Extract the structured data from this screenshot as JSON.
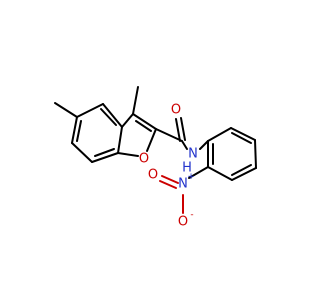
{
  "molecule": {
    "atoms": {
      "ring_oxygen": {
        "symbol": "O",
        "color": "#cc0000"
      },
      "carbonyl_oxygen": {
        "symbol": "O",
        "color": "#cc0000"
      },
      "amide_nitrogen": {
        "symbol": "N",
        "color": "#2233cc"
      },
      "amide_hydrogen": {
        "symbol": "H",
        "color": "#2233cc"
      },
      "nitro_nitrogen": {
        "symbol": "N",
        "color": "#2233cc",
        "charge": "+"
      },
      "nitro_oxygen_double": {
        "symbol": "O",
        "color": "#cc0000"
      },
      "nitro_oxygen_single": {
        "symbol": "O",
        "color": "#cc0000",
        "charge": "-"
      }
    }
  }
}
